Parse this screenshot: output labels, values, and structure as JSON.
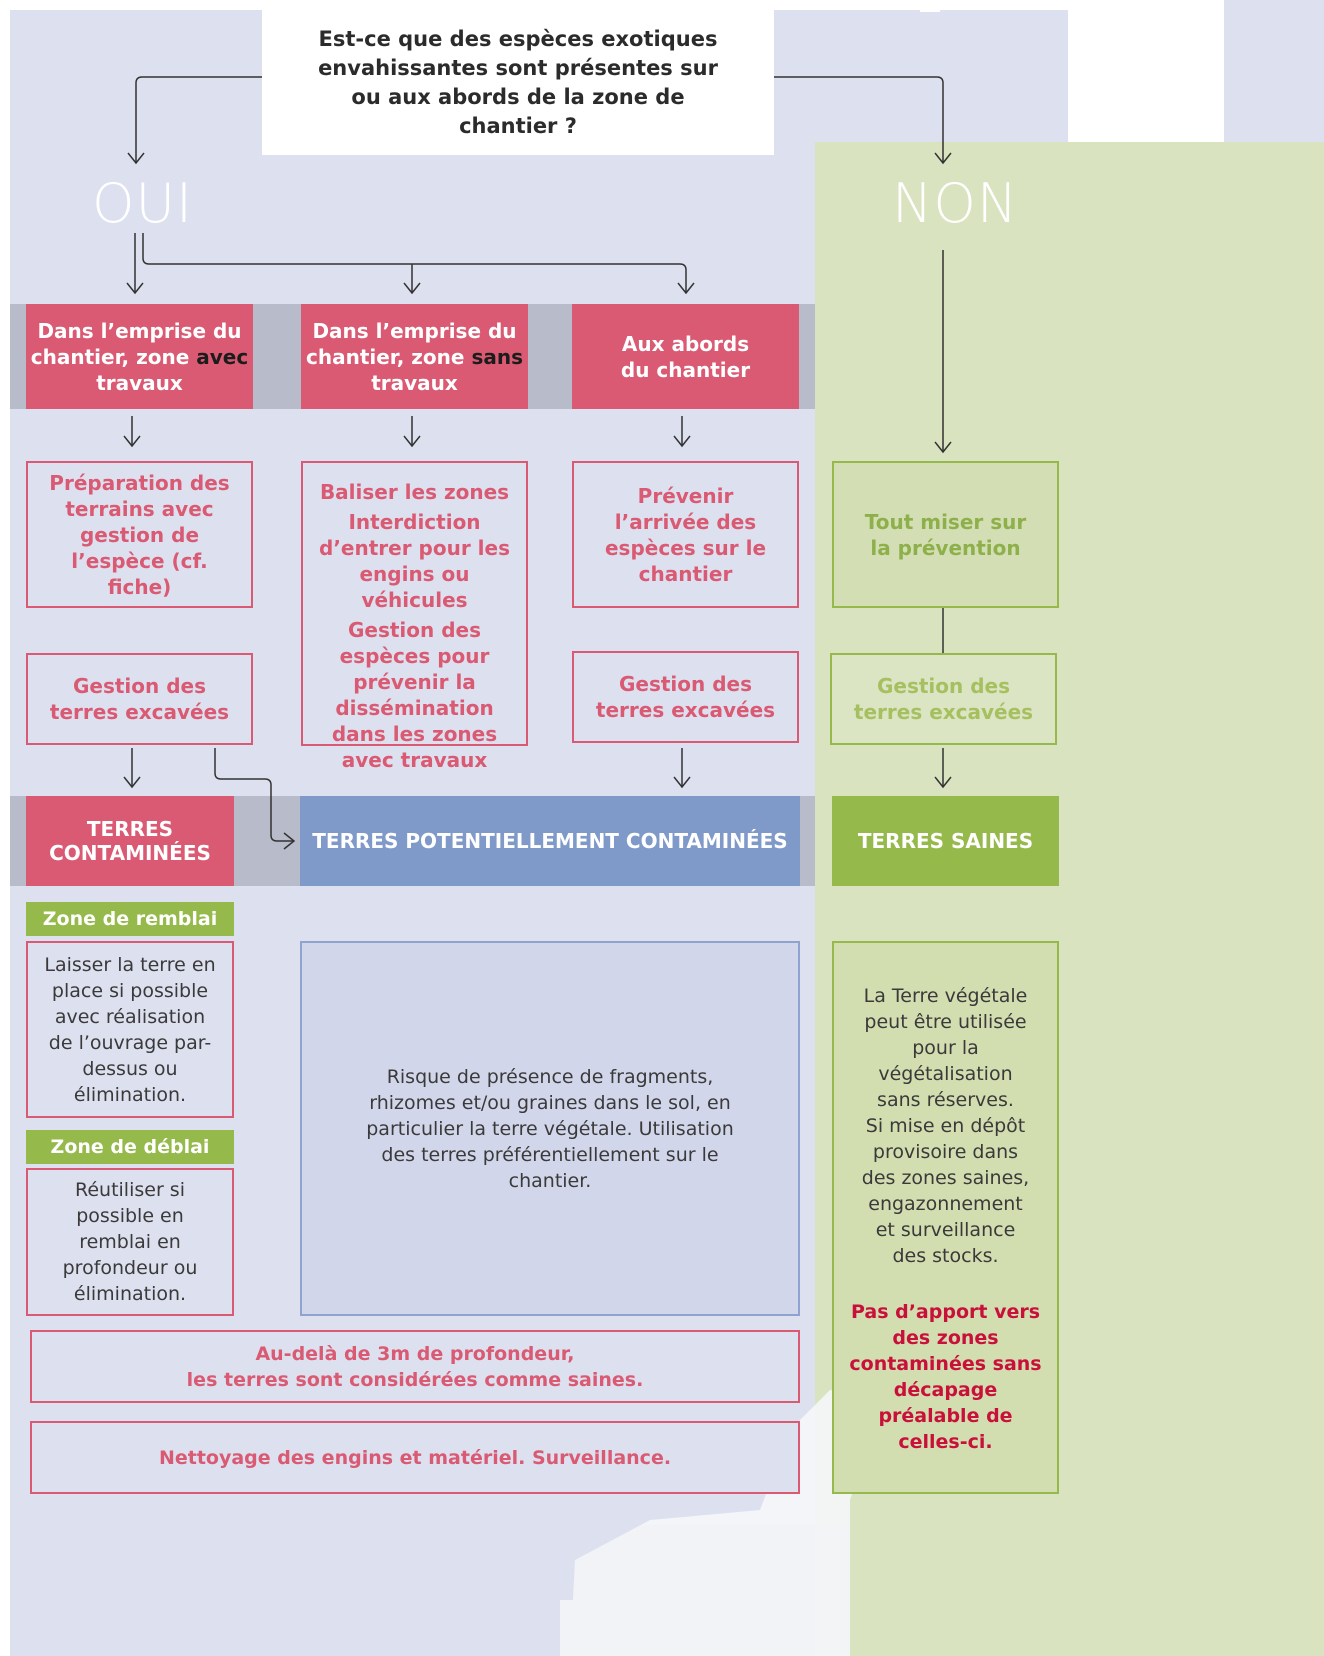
{
  "question": "Est-ce que des espèces exotiques envahissantes sont présentes sur ou aux abords de la zone de chantier ?",
  "yes_label": "OUI",
  "no_label": "NON",
  "categories": [
    {
      "pre": "Dans l’emprise du chantier, zone ",
      "em": "avec",
      "post": " travaux"
    },
    {
      "pre": "Dans l’emprise du chantier, zone ",
      "em": "sans",
      "post": " travaux"
    },
    {
      "pre": "Aux abords du chantier",
      "em": "",
      "post": ""
    }
  ],
  "actions": {
    "col1": "Préparation des terrains avec gestion de l’espèce (cf. fiche)",
    "col2_a": "Baliser les zones",
    "col2_b": "Interdiction d’entrer pour les engins ou véhicules",
    "col2_c": "Gestion des espèces pour prévenir la dissémination dans les zones avec travaux",
    "col3": "Prévenir l’arrivée des espèces sur le chantier",
    "col4": "Tout miser sur la prévention"
  },
  "soil_management": "Gestion des terres excavées",
  "results": {
    "contaminated": "TERRES CONTAMINÉES",
    "potential": "TERRES POTENTIELLEMENT CONTAMINÉES",
    "healthy": "TERRES SAINES"
  },
  "fill_zone": {
    "label": "Zone de remblai",
    "text": "Laisser la terre en place si possible avec réalisation de l’ouvrage par-dessus ou élimination."
  },
  "cut_zone": {
    "label": "Zone de déblai",
    "text": "Réutiliser si possible en remblai en profondeur ou élimination."
  },
  "risk_text": "Risque de présence de fragments, rhizomes et/ou graines dans le sol, en particulier la terre végétale. Utilisation des terres préférentiellement sur le chantier.",
  "healthy_text_1": "La Terre végétale peut être utilisée pour la végétalisation sans réserves.",
  "healthy_text_2": "Si mise en dépôt provisoire dans des zones saines, engazonnement et surveillance des stocks.",
  "healthy_warning": "Pas d’apport vers des zones contaminées sans décapage préalable de celles-ci.",
  "depth_note_1": "Au-delà de 3m de profondeur,",
  "depth_note_2": "les terres sont considérées comme saines.",
  "cleaning_note": "Nettoyage des engins et matériel. Surveillance.",
  "colors": {
    "red": "#d95a72",
    "blue": "#7f9ac8",
    "green": "#95b94a",
    "warning": "#c8103a"
  }
}
